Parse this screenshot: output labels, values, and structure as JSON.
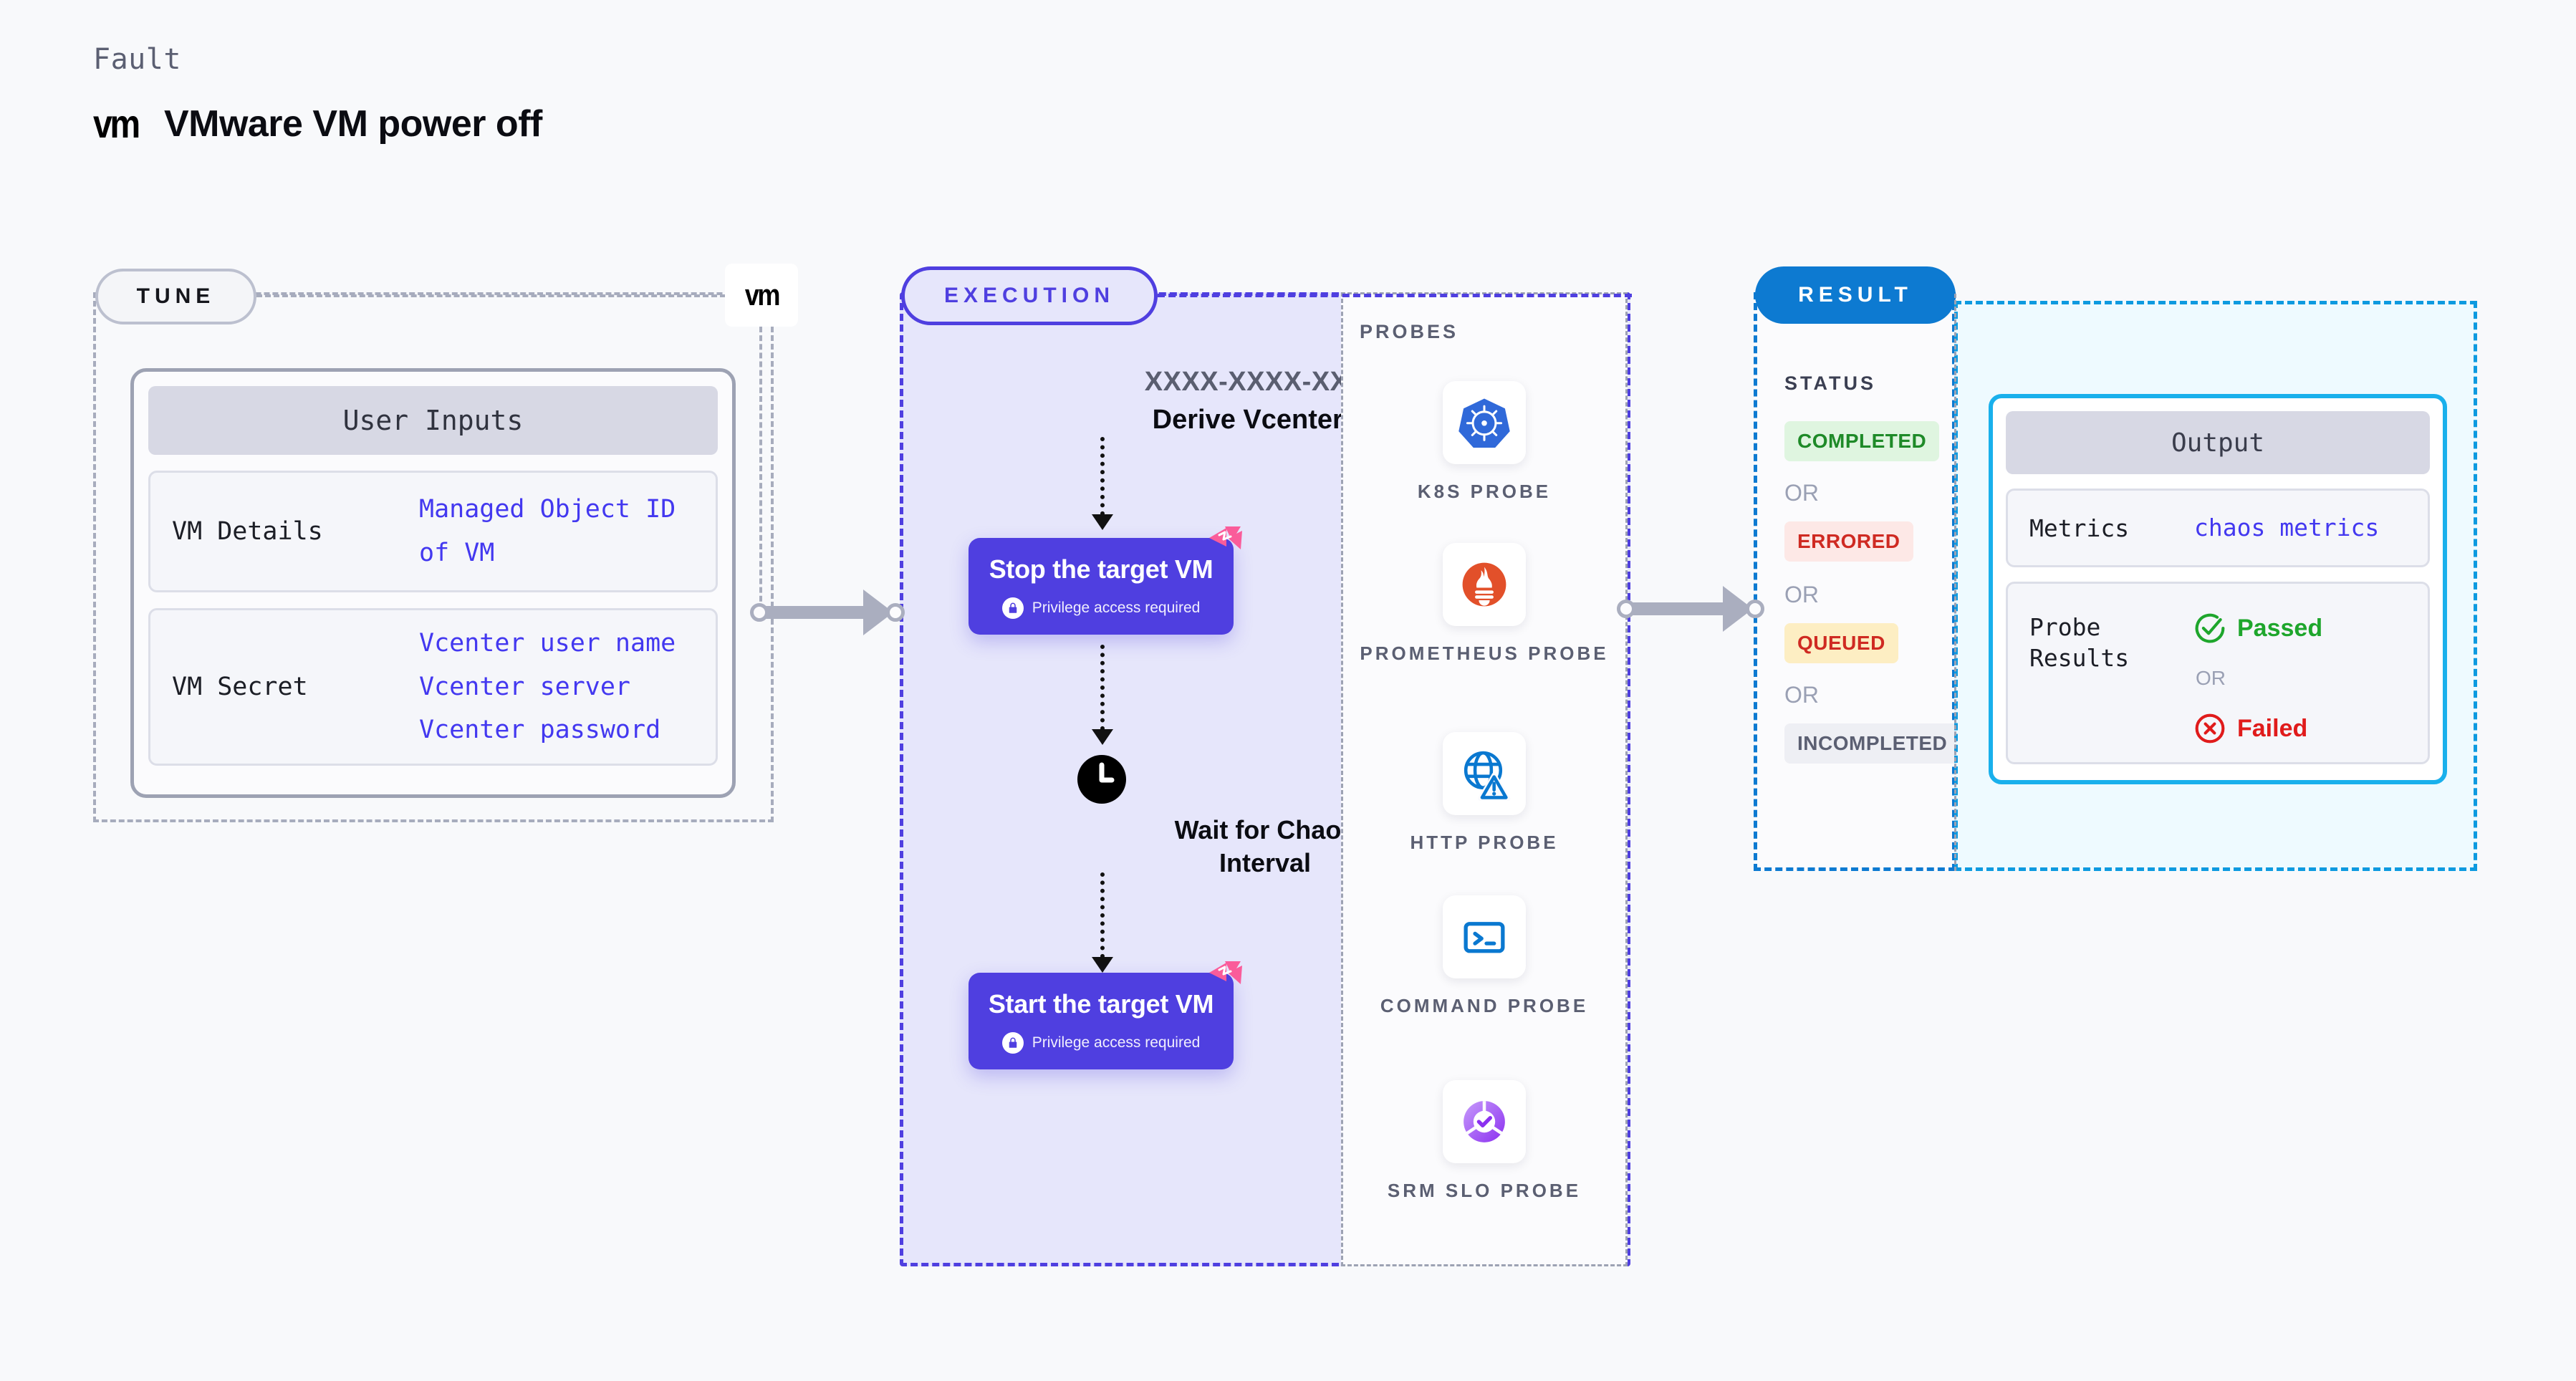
{
  "header": {
    "eyebrow": "Fault",
    "vm_wordmark": "vm",
    "title": "VMware VM power off"
  },
  "tune": {
    "pill_label": "TUNE",
    "chip_logo": "vm",
    "card": {
      "header": "User Inputs",
      "rows": [
        {
          "key": "VM Details",
          "values": [
            "Managed Object ID",
            "of VM"
          ]
        },
        {
          "key": "VM Secret",
          "values": [
            "Vcenter user name",
            "Vcenter server",
            "Vcenter password"
          ]
        }
      ]
    }
  },
  "execution": {
    "pill_label": "EXECUTION",
    "derive": {
      "id_placeholder": "XXXX-XXXX-XXXX",
      "label": "Derive Vcenter ID"
    },
    "steps": [
      {
        "title": "Stop the target VM",
        "sub": "Privilege access required"
      },
      {
        "title": "Start the target VM",
        "sub": "Privilege access required"
      }
    ],
    "wait": {
      "line1": "Wait for Chaos",
      "line2": "Interval"
    }
  },
  "probes": {
    "label": "PROBES",
    "items": [
      {
        "icon": "kubernetes-icon",
        "name": "K8S PROBE"
      },
      {
        "icon": "prometheus-icon",
        "name": "PROMETHEUS PROBE"
      },
      {
        "icon": "http-globe-warning-icon",
        "name": "HTTP PROBE"
      },
      {
        "icon": "terminal-icon",
        "name": "COMMAND PROBE"
      },
      {
        "icon": "srm-slo-icon",
        "name": "SRM SLO PROBE"
      }
    ]
  },
  "result": {
    "pill_label": "RESULT",
    "status_label": "STATUS",
    "or_label": "OR",
    "statuses": [
      {
        "label": "COMPLETED",
        "bg": "#dff5e0",
        "fg": "#1e8a28"
      },
      {
        "label": "ERRORED",
        "bg": "#fde8e6",
        "fg": "#cf2a22"
      },
      {
        "label": "QUEUED",
        "bg": "#fdeec3",
        "fg": "#cf2a22"
      },
      {
        "label": "INCOMPLETED",
        "bg": "#eeeff4",
        "fg": "#5b5f72"
      }
    ]
  },
  "output": {
    "header": "Output",
    "metrics": {
      "key": "Metrics",
      "value": "chaos metrics"
    },
    "probe_results": {
      "key_line1": "Probe",
      "key_line2": "Results",
      "passed": "Passed",
      "or_label": "OR",
      "failed": "Failed"
    }
  },
  "colors": {
    "accent_purple": "#4f3fe0",
    "accent_blue": "#0d7ad1",
    "output_blue": "#19b0ec",
    "litmus_pink": "#fa5c9a",
    "value_blue": "#4338f0",
    "passed_green": "#1ea62c",
    "failed_red": "#e01b1b"
  }
}
